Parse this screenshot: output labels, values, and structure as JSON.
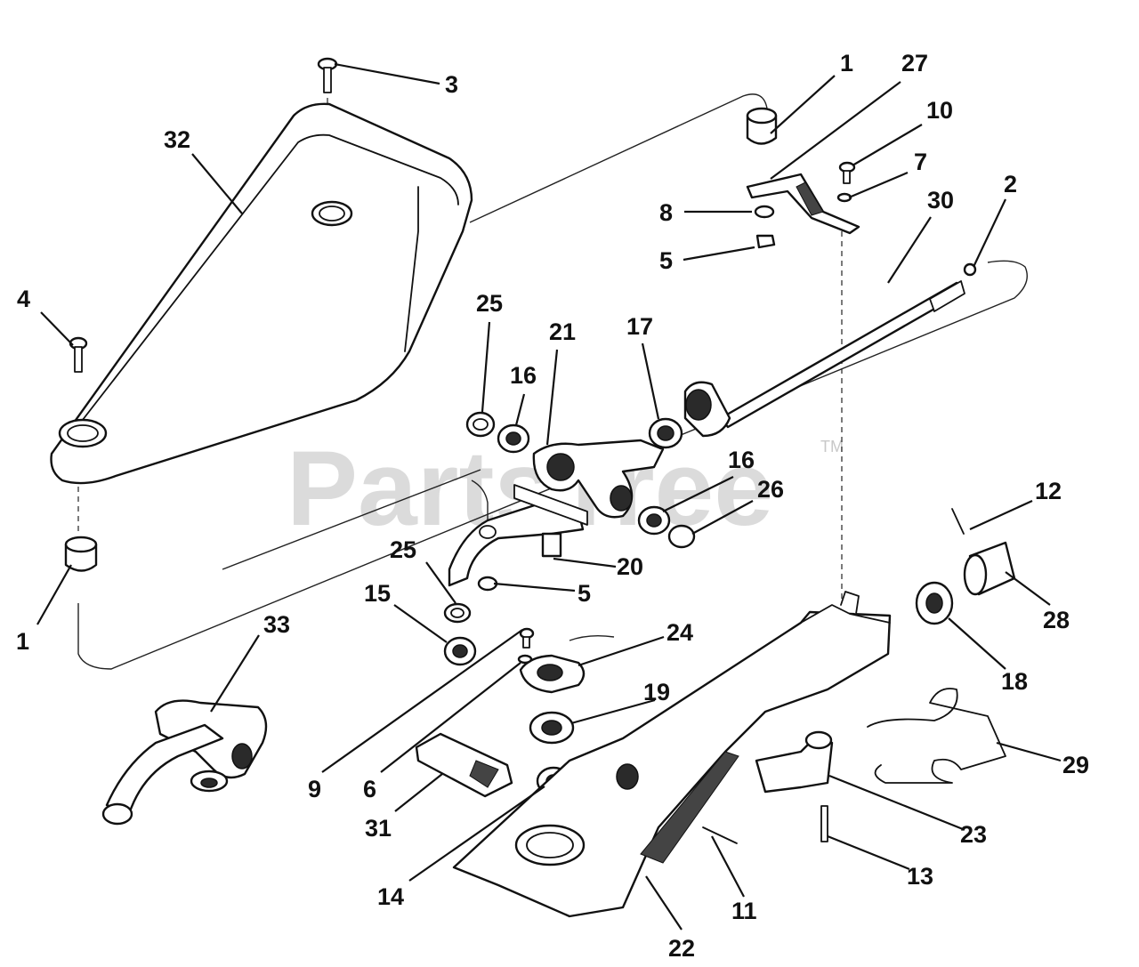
{
  "watermark": {
    "text": "PartsTree",
    "tm": "TM"
  },
  "callouts": [
    {
      "id": "c-3a",
      "label": "3"
    },
    {
      "id": "c-1a",
      "label": "1"
    },
    {
      "id": "c-27",
      "label": "27"
    },
    {
      "id": "c-32",
      "label": "32"
    },
    {
      "id": "c-10",
      "label": "10"
    },
    {
      "id": "c-7",
      "label": "7"
    },
    {
      "id": "c-2",
      "label": "2"
    },
    {
      "id": "c-8",
      "label": "8"
    },
    {
      "id": "c-30",
      "label": "30"
    },
    {
      "id": "c-5a",
      "label": "5"
    },
    {
      "id": "c-4",
      "label": "4"
    },
    {
      "id": "c-25a",
      "label": "25"
    },
    {
      "id": "c-21",
      "label": "21"
    },
    {
      "id": "c-17",
      "label": "17"
    },
    {
      "id": "c-16a",
      "label": "16"
    },
    {
      "id": "c-16b",
      "label": "16"
    },
    {
      "id": "c-26",
      "label": "26"
    },
    {
      "id": "c-12",
      "label": "12"
    },
    {
      "id": "c-25b",
      "label": "25"
    },
    {
      "id": "c-20",
      "label": "20"
    },
    {
      "id": "c-15",
      "label": "15"
    },
    {
      "id": "c-5b",
      "label": "5"
    },
    {
      "id": "c-28",
      "label": "28"
    },
    {
      "id": "c-1b",
      "label": "1"
    },
    {
      "id": "c-33",
      "label": "33"
    },
    {
      "id": "c-24",
      "label": "24"
    },
    {
      "id": "c-18",
      "label": "18"
    },
    {
      "id": "c-19",
      "label": "19"
    },
    {
      "id": "c-29",
      "label": "29"
    },
    {
      "id": "c-9",
      "label": "9"
    },
    {
      "id": "c-6",
      "label": "6"
    },
    {
      "id": "c-31",
      "label": "31"
    },
    {
      "id": "c-23",
      "label": "23"
    },
    {
      "id": "c-14",
      "label": "14"
    },
    {
      "id": "c-13",
      "label": "13"
    },
    {
      "id": "c-11",
      "label": "11"
    },
    {
      "id": "c-22",
      "label": "22"
    }
  ]
}
